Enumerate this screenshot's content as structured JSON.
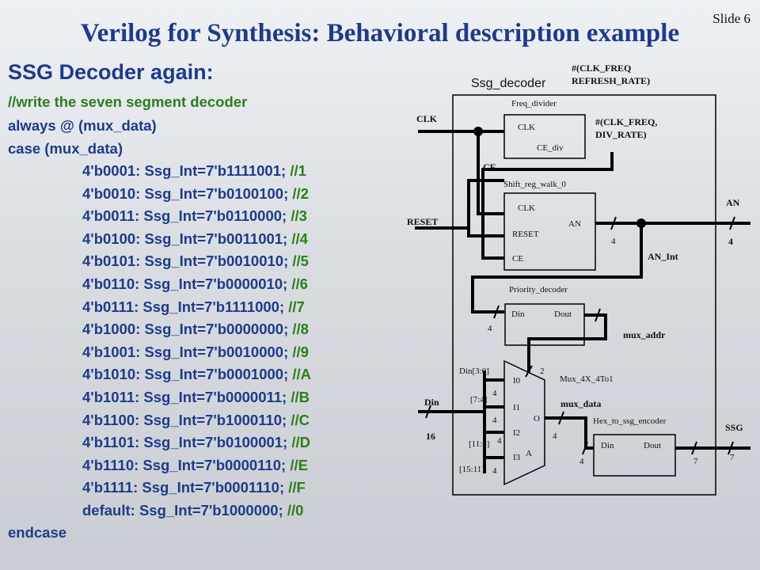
{
  "slide_number": "Slide 6",
  "title": "Verilog for Synthesis: Behavioral description example",
  "subtitle": "SSG Decoder again:",
  "code": {
    "comment": "//write the seven segment decoder",
    "always": "always @ (mux_data)",
    "case": "case (mux_data)",
    "cases": [
      {
        "stmt": "4'b0001: Ssg_Int=7'b1111001; ",
        "cmt": "//1"
      },
      {
        "stmt": "4'b0010: Ssg_Int=7'b0100100; ",
        "cmt": "//2"
      },
      {
        "stmt": "4'b0011: Ssg_Int=7'b0110000; ",
        "cmt": "//3"
      },
      {
        "stmt": "4'b0100: Ssg_Int=7'b0011001; ",
        "cmt": "//4"
      },
      {
        "stmt": "4'b0101: Ssg_Int=7'b0010010; ",
        "cmt": "//5"
      },
      {
        "stmt": "4'b0110: Ssg_Int=7'b0000010; ",
        "cmt": "//6"
      },
      {
        "stmt": "4'b0111: Ssg_Int=7'b1111000; ",
        "cmt": "//7"
      },
      {
        "stmt": "4'b1000: Ssg_Int=7'b0000000; ",
        "cmt": "//8"
      },
      {
        "stmt": "4'b1001: Ssg_Int=7'b0010000; ",
        "cmt": "//9"
      },
      {
        "stmt": "4'b1010: Ssg_Int=7'b0001000; ",
        "cmt": "//A"
      },
      {
        "stmt": "4'b1011: Ssg_Int=7'b0000011; ",
        "cmt": "//B"
      },
      {
        "stmt": "4'b1100: Ssg_Int=7'b1000110; ",
        "cmt": "//C"
      },
      {
        "stmt": "4'b1101: Ssg_Int=7'b0100001; ",
        "cmt": "//D"
      },
      {
        "stmt": "4'b1110: Ssg_Int=7'b0000110; ",
        "cmt": "//E"
      },
      {
        "stmt": "4'b1111: Ssg_Int=7'b0001110; ",
        "cmt": "//F"
      }
    ],
    "default_stmt": "default: Ssg_Int=7'b1000000; ",
    "default_cmt": "//0",
    "endcase": "endcase"
  },
  "diagram": {
    "module_name": "Ssg_decoder",
    "module_params": [
      "#(CLK_FREQ",
      "REFRESH_RATE)"
    ],
    "freq_divider": {
      "name": "Freq_divider",
      "ports": [
        "CLK",
        "CE_div"
      ],
      "params": [
        "#(CLK_FREQ,",
        "DIV_RATE)"
      ]
    },
    "shift_reg": {
      "name": "Shift_reg_walk_0",
      "ports": [
        "CLK",
        "RESET",
        "CE",
        "AN"
      ]
    },
    "priority_decoder": {
      "name": "Priority_decoder",
      "ports": [
        "Din",
        "Dout"
      ]
    },
    "mux": {
      "name": "Mux_4X_4To1",
      "inputs": [
        "I0",
        "I1",
        "I2",
        "I3"
      ],
      "output": "O",
      "select": "A"
    },
    "encoder": {
      "name": "Hex_to_ssg_encoder",
      "ports": [
        "Din",
        "Dout"
      ]
    },
    "signals": {
      "clk": "CLK",
      "ce": "CE",
      "reset": "RESET",
      "an": "AN",
      "an_int": "AN_Int",
      "mux_addr": "mux_addr",
      "mux_data": "mux_data",
      "din": "Din",
      "ssg": "SSG",
      "din_30": "Din[3:0]",
      "din_74": "[7:4]",
      "din_118": "[11:8]",
      "din_1511": "[15:11]"
    },
    "widths": {
      "an_internal": "4",
      "an_output": "4",
      "pd_in": "4",
      "pd_out": "2",
      "mux_sel": "2",
      "mux_in0": "4",
      "mux_in1": "4",
      "mux_in2": "4",
      "mux_in3": "4",
      "mux_out": "4",
      "enc_in": "4",
      "enc_out": "7",
      "ssg_out": "7",
      "din": "16"
    }
  }
}
